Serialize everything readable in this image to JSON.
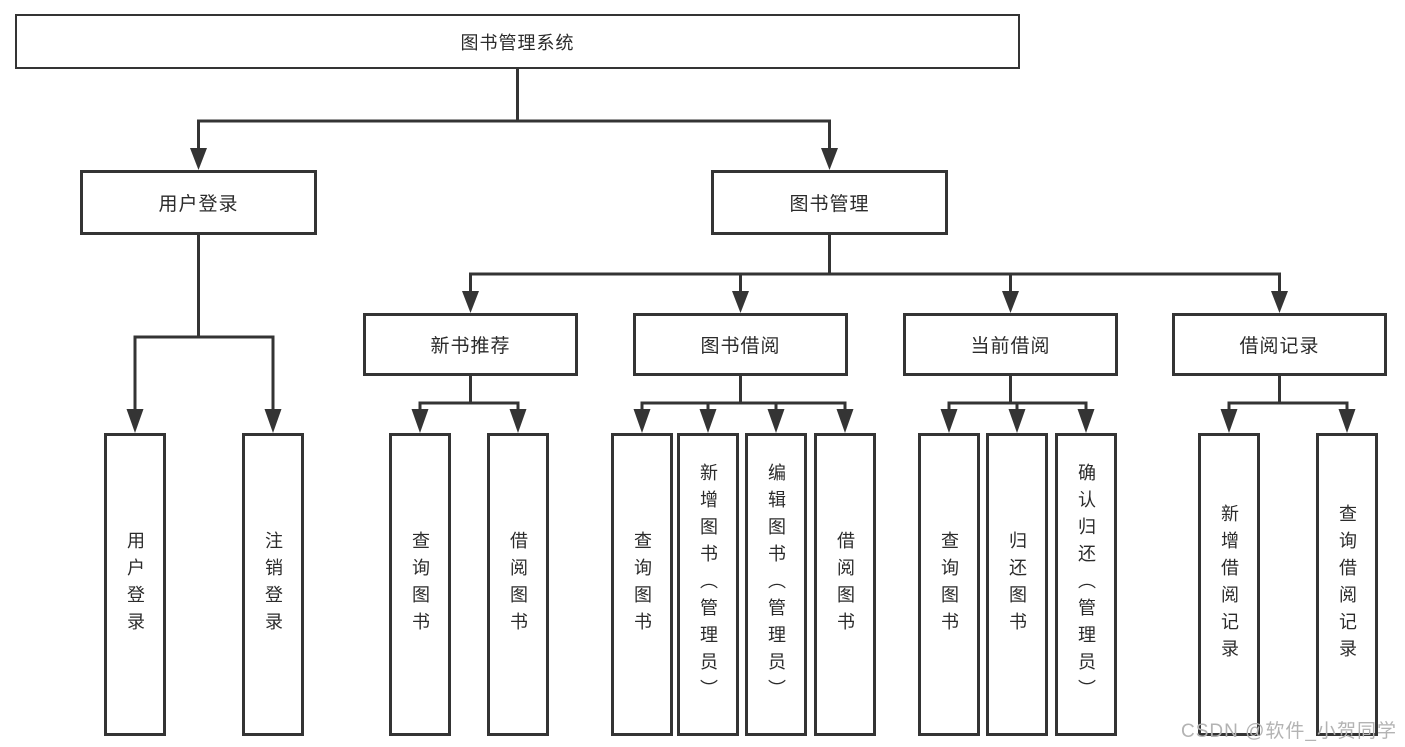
{
  "diagram": {
    "root": "图书管理系统",
    "level2": {
      "user_login": "用户登录",
      "book_management": "图书管理"
    },
    "level3": [
      "新书推荐",
      "图书借阅",
      "当前借阅",
      "借阅记录"
    ],
    "leaves": [
      "用户登录",
      "注销登录",
      "查询图书",
      "借阅图书",
      "查询图书",
      "新增图书（管理员）",
      "编辑图书（管理员）",
      "借阅图书",
      "查询图书",
      "归还图书",
      "确认归还（管理员）",
      "新增借阅记录",
      "查询借阅记录"
    ]
  },
  "colors": {
    "line": "#343434",
    "text": "#2b2b2b",
    "watermark_text": "#b3b3b3",
    "background": "#ffffff"
  },
  "watermark": "CSDN @软件_小贺同学"
}
